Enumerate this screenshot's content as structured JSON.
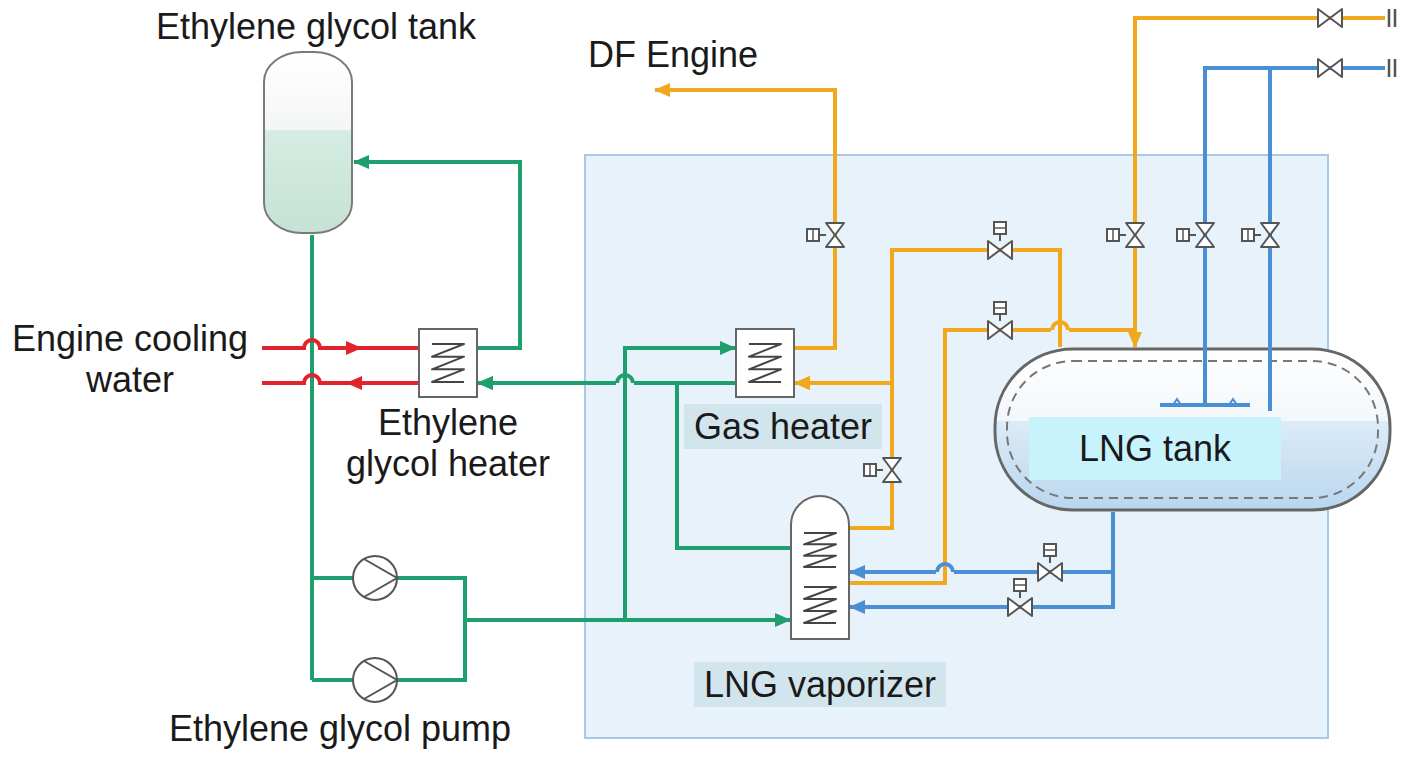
{
  "diagram": {
    "nodes": [
      {
        "text": [
          "Ethylene glycol tank"
        ]
      },
      {
        "text": [
          "Ethylene glycol heater"
        ]
      },
      {
        "text": [
          "Gas heater"
        ]
      },
      {
        "text": [
          "LNG tank"
        ]
      },
      {
        "text": [
          "LNG vaporizer"
        ]
      },
      {
        "text": [
          "Ethylene glycol pump"
        ]
      }
    ],
    "edges": [
      {
        "from": 0,
        "to": 5,
        "arrow": "none"
      },
      {
        "from": 5,
        "to": 4,
        "arrow": "to"
      },
      {
        "from": 5,
        "to": 2,
        "arrow": "to"
      },
      {
        "from": 2,
        "to": 1,
        "arrow": "to"
      },
      {
        "from": 4,
        "to": 1,
        "arrow": "to"
      },
      {
        "from": 1,
        "to": 0,
        "arrow": "to"
      },
      {
        "from": 3,
        "to": 4,
        "arrow": "to"
      },
      {
        "from": 3,
        "to": 4,
        "arrow": "to"
      },
      {
        "from": 4,
        "to": 2,
        "arrow": "to"
      },
      {
        "from": 3,
        "to": 2,
        "arrow": "to"
      },
      {
        "from": 4,
        "to": 3,
        "arrow": "to"
      }
    ],
    "labels": [
      "DF Engine",
      "Engine cooling water"
    ]
  }
}
